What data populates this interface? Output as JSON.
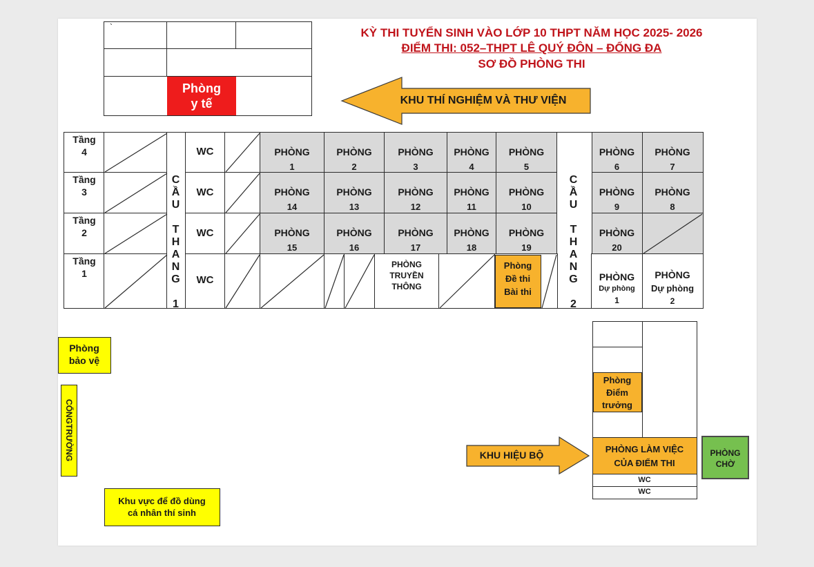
{
  "header": {
    "line1": "KỲ THI TUYỂN SINH VÀO LỚP 10 THPT NĂM HỌC 2025- 2026",
    "line2": "ĐIỂM THI:  052–THPT LÊ QUÝ ĐÔN – ĐỐNG ĐA",
    "line3": "SƠ ĐỒ PHÒNG THI"
  },
  "top_block": {
    "medical_room": "Phòng\ny tế",
    "tick_mark": "`"
  },
  "arrows": {
    "lab_library": "KHU THÍ NGHIỆM VÀ THƯ VIỆN",
    "admin_area": "KHU HIỆU BỘ"
  },
  "floors": [
    "Tầng\n4",
    "Tầng\n3",
    "Tầng\n2",
    "Tầng\n1"
  ],
  "stairs": {
    "stair1": "CẦU THANG 1",
    "stair2": "CẦU THANG 2"
  },
  "wc_label": "WC",
  "room_word": "PHÒNG",
  "rooms": {
    "floor4_left": [
      "1",
      "2",
      "3",
      "4",
      "5"
    ],
    "floor4_right": [
      "6",
      "7"
    ],
    "floor3_left": [
      "14",
      "13",
      "12",
      "11",
      "10"
    ],
    "floor3_right": [
      "9",
      "8"
    ],
    "floor2_left": [
      "15",
      "16",
      "17",
      "18",
      "19"
    ],
    "floor2_right": [
      "20"
    ]
  },
  "floor1": {
    "media_room": "PHÒNG\nTRUYỀN\nTHÔNG",
    "exam_room": "Phòng\nĐề thi\nBài thi",
    "reserve1_title": "PHÒNG",
    "reserve1_sub": "Dự phòng",
    "reserve1_num": "1",
    "reserve2_title": "PHÒNG",
    "reserve2_sub": "Dự phòng",
    "reserve2_num": "2"
  },
  "grounds": {
    "guard_room": "Phòng\nbảo vệ",
    "school_gate": "CỔNGTRƯỜNG",
    "belongings_area": "Khu vực  để đồ dùng\ncá nhân thí sinh"
  },
  "admin_block": {
    "principal_room": "Phòng\nĐiểm\ntrưởng",
    "work_room": "PHÒNG LÀM VIỆC\nCỦA ĐIỂM THI",
    "wc1": "WC",
    "wc2": "WC",
    "waiting_room": "PHÒNG\nCHỜ"
  },
  "colors": {
    "title_red": "#c0141b",
    "medical_red": "#ee1c1c",
    "room_gray": "#d9d9d9",
    "orange": "#f7b22d",
    "yellow": "#ffff00",
    "green": "#76c04f"
  }
}
